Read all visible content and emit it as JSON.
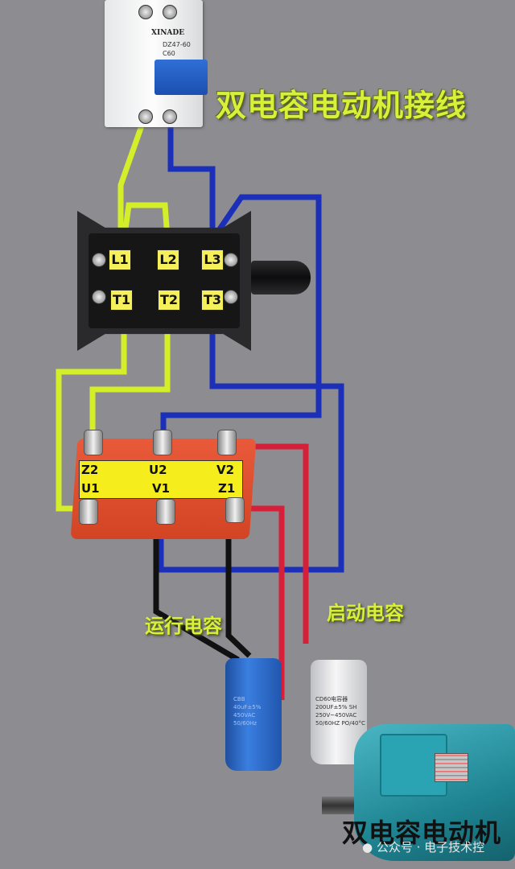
{
  "title": "双电容电动机接线",
  "breaker": {
    "brand": "XINADE",
    "model": "DZ47-60",
    "rating": "C60"
  },
  "switch": {
    "line_terminals": [
      "L1",
      "L2",
      "L3"
    ],
    "load_terminals": [
      "T1",
      "T2",
      "T3"
    ]
  },
  "motor_terminal_block": {
    "top_row": [
      "Z2",
      "U2",
      "V2"
    ],
    "bottom_row": [
      "U1",
      "V1",
      "Z1"
    ]
  },
  "capacitors": {
    "run_label": "运行电容",
    "start_label": "启动电容",
    "run_marking": [
      "CBB",
      "40uF±5%",
      "450VAC",
      "50/60Hz"
    ],
    "start_marking": [
      "CD60电容器",
      "200UF±5% SH",
      "250V~450VAC",
      "50/60HZ PO/40°C"
    ]
  },
  "motor": {
    "caption": "双电容电动机"
  },
  "watermark": "公众号 · 电子技术控",
  "wire_colors": {
    "yellow_green": "#d4ef2a",
    "blue": "#1c2fb8",
    "red": "#d6203a",
    "black": "#111111"
  }
}
